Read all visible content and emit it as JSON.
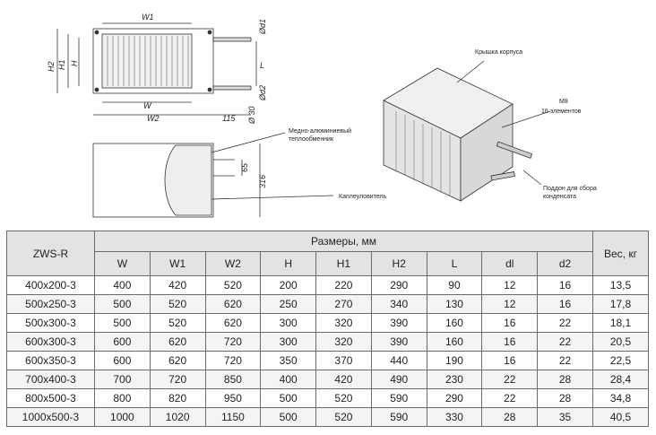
{
  "drawing": {
    "dims": {
      "W1": "W1",
      "W": "W",
      "W2": "W2",
      "H2": "H2",
      "H1": "H1",
      "H": "H",
      "L": "L",
      "d1": "Ød1",
      "d2": "Ød2",
      "d30": "Ø 30",
      "v115": "115",
      "v65": "65",
      "v316": "316"
    },
    "labels": {
      "cover": "Крышка корпуса",
      "m8": "M8",
      "m8_count": "16 элементов",
      "heat_exchanger_1": "Медно-алюминиевый",
      "heat_exchanger_2": "теплообменник",
      "drop_eliminator": "Каплеуловитель",
      "tray_1": "Поддон для сбора",
      "tray_2": "конденсата"
    }
  },
  "table": {
    "model_header": "ZWS-R",
    "dims_header": "Размеры, мм",
    "weight_header": "Вес, кг",
    "columns": [
      "W",
      "W1",
      "W2",
      "H",
      "H1",
      "H2",
      "L",
      "dl",
      "d2"
    ],
    "rows": [
      {
        "model": "400x200-3",
        "values": [
          "400",
          "420",
          "520",
          "200",
          "220",
          "290",
          "90",
          "12",
          "16"
        ],
        "weight": "13,5"
      },
      {
        "model": "500x250-3",
        "values": [
          "500",
          "520",
          "620",
          "250",
          "270",
          "340",
          "130",
          "12",
          "16"
        ],
        "weight": "17,8"
      },
      {
        "model": "500x300-3",
        "values": [
          "500",
          "520",
          "620",
          "300",
          "320",
          "390",
          "160",
          "16",
          "22"
        ],
        "weight": "18,1"
      },
      {
        "model": "600x300-3",
        "values": [
          "600",
          "620",
          "720",
          "300",
          "320",
          "390",
          "160",
          "16",
          "22"
        ],
        "weight": "20,5"
      },
      {
        "model": "600x350-3",
        "values": [
          "600",
          "620",
          "720",
          "350",
          "370",
          "440",
          "190",
          "16",
          "22"
        ],
        "weight": "22,5"
      },
      {
        "model": "700x400-3",
        "values": [
          "700",
          "720",
          "850",
          "400",
          "420",
          "490",
          "230",
          "22",
          "28"
        ],
        "weight": "28,4"
      },
      {
        "model": "800x500-3",
        "values": [
          "800",
          "820",
          "950",
          "500",
          "520",
          "590",
          "290",
          "22",
          "28"
        ],
        "weight": "34,8"
      },
      {
        "model": "1000x500-3",
        "values": [
          "1000",
          "1020",
          "1150",
          "500",
          "520",
          "590",
          "330",
          "28",
          "35"
        ],
        "weight": "40,5"
      }
    ]
  }
}
